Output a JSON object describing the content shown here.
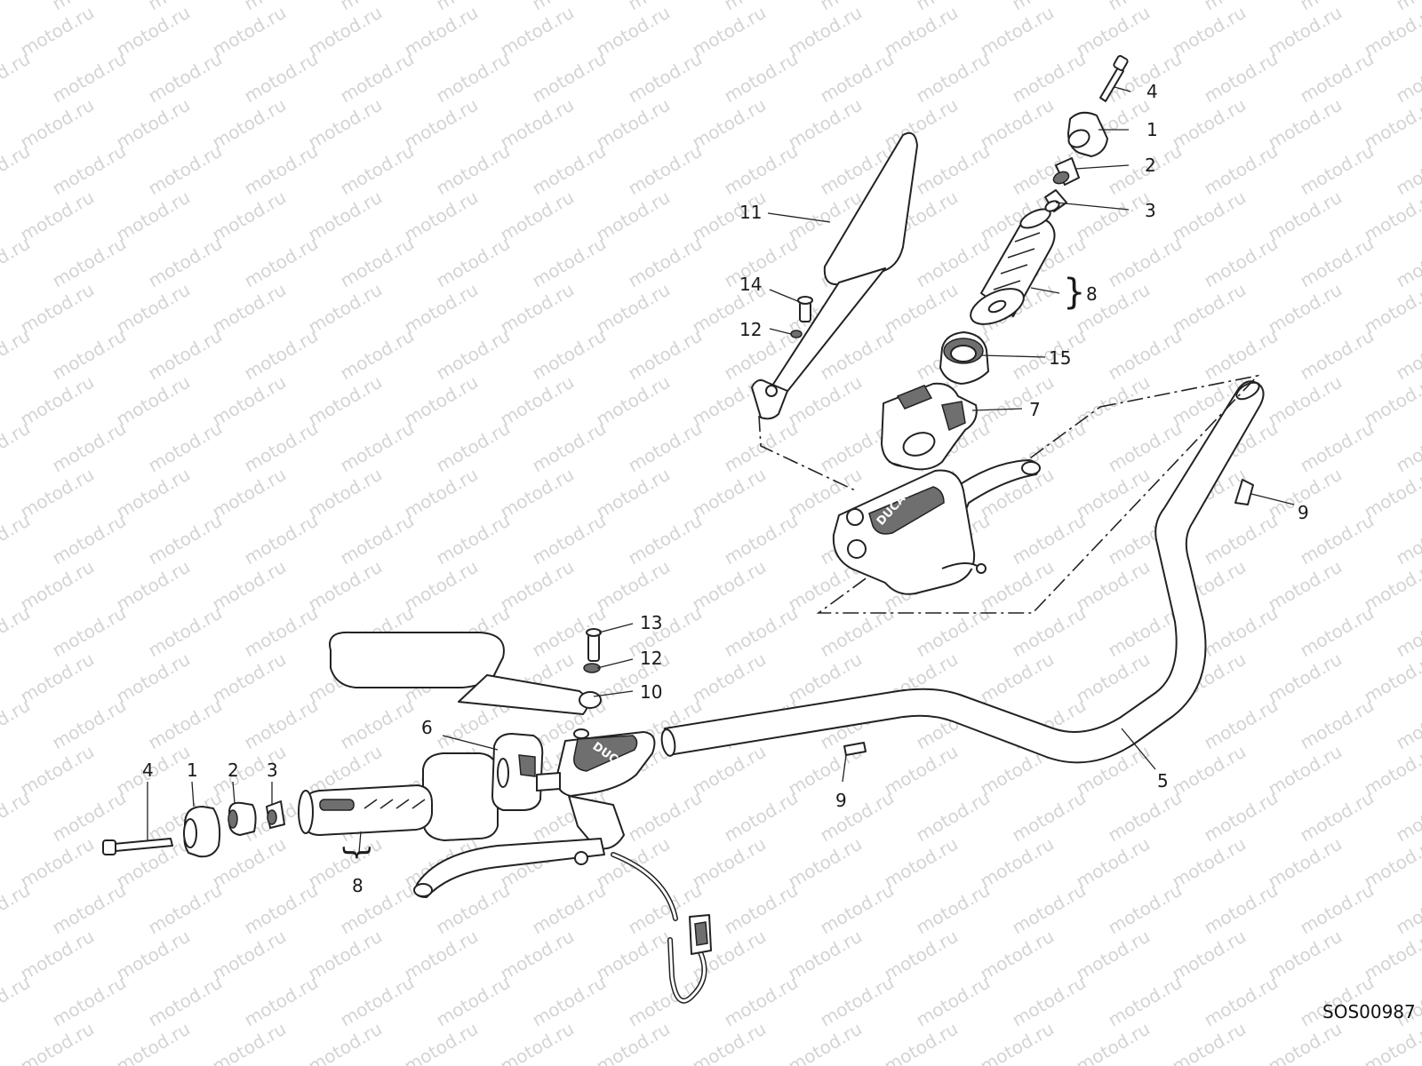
{
  "watermark": {
    "text": "motod.ru"
  },
  "drawing_code": "SOS00987",
  "brand_logo": "DUCATI",
  "callouts": {
    "c4_right": "4",
    "c1_right": "1",
    "c2_right": "2",
    "c3_right": "3",
    "c8_right": "8",
    "c15": "15",
    "c7": "7",
    "c9_right": "9",
    "c11": "11",
    "c14": "14",
    "c12_top": "12",
    "c13": "13",
    "c12_mid": "12",
    "c10": "10",
    "c6": "6",
    "c4_left": "4",
    "c1_left": "1",
    "c2_left": "2",
    "c3_left": "3",
    "c8_left": "8",
    "c9_mid": "9",
    "c5": "5"
  }
}
